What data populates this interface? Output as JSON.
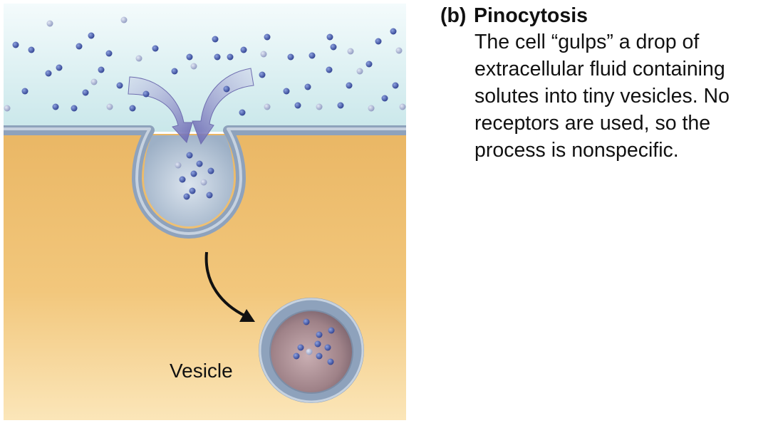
{
  "figure": {
    "panel_letter": "(b)",
    "title": "Pinocytosis",
    "description": "The cell “gulps” a drop of extracellular fluid containing solutes into tiny vesicles. No receptors are used, so the process is nonspecific.",
    "vesicle_label": "Vesicle"
  },
  "colors": {
    "extracellular_fluid": "#d8eef0",
    "cytoplasm": "#f1c472",
    "membrane": "#9fb1c8",
    "solute": "#3a4fa0",
    "vesicle_interior": "#9a7c86",
    "arrow": "#9d9ccf"
  },
  "icons": {
    "inflow_arrows": "curved-inflow-arrows-icon",
    "transport_arrow": "curved-arrow-icon"
  }
}
